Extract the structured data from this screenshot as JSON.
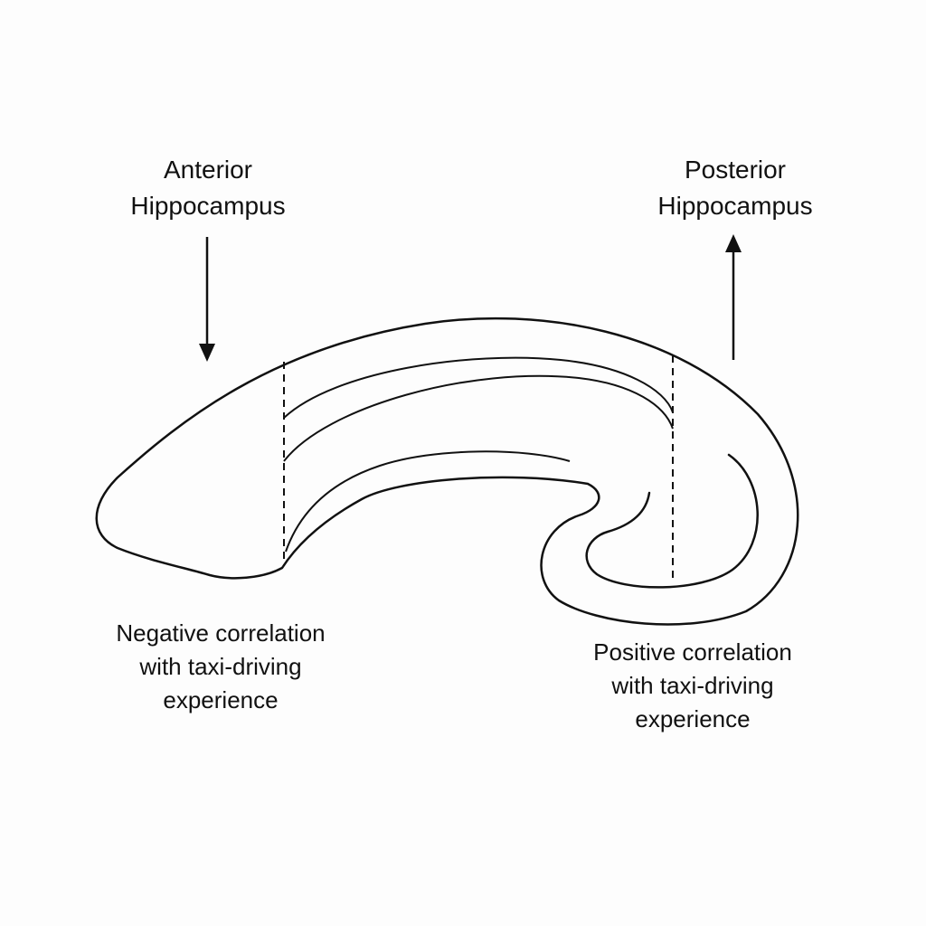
{
  "labels": {
    "anterior": {
      "line1": "Anterior",
      "line2": "Hippocampus"
    },
    "posterior": {
      "line1": "Posterior",
      "line2": "Hippocampus"
    },
    "negative": {
      "line1": "Negative correlation",
      "line2": "with taxi-driving",
      "line3": "experience"
    },
    "positive": {
      "line1": "Positive correlation",
      "line2": "with taxi-driving",
      "line3": "experience"
    }
  },
  "arrows": {
    "anterior": "down",
    "posterior": "up"
  },
  "colors": {
    "stroke": "#111111",
    "background": "#fdfdfd"
  }
}
